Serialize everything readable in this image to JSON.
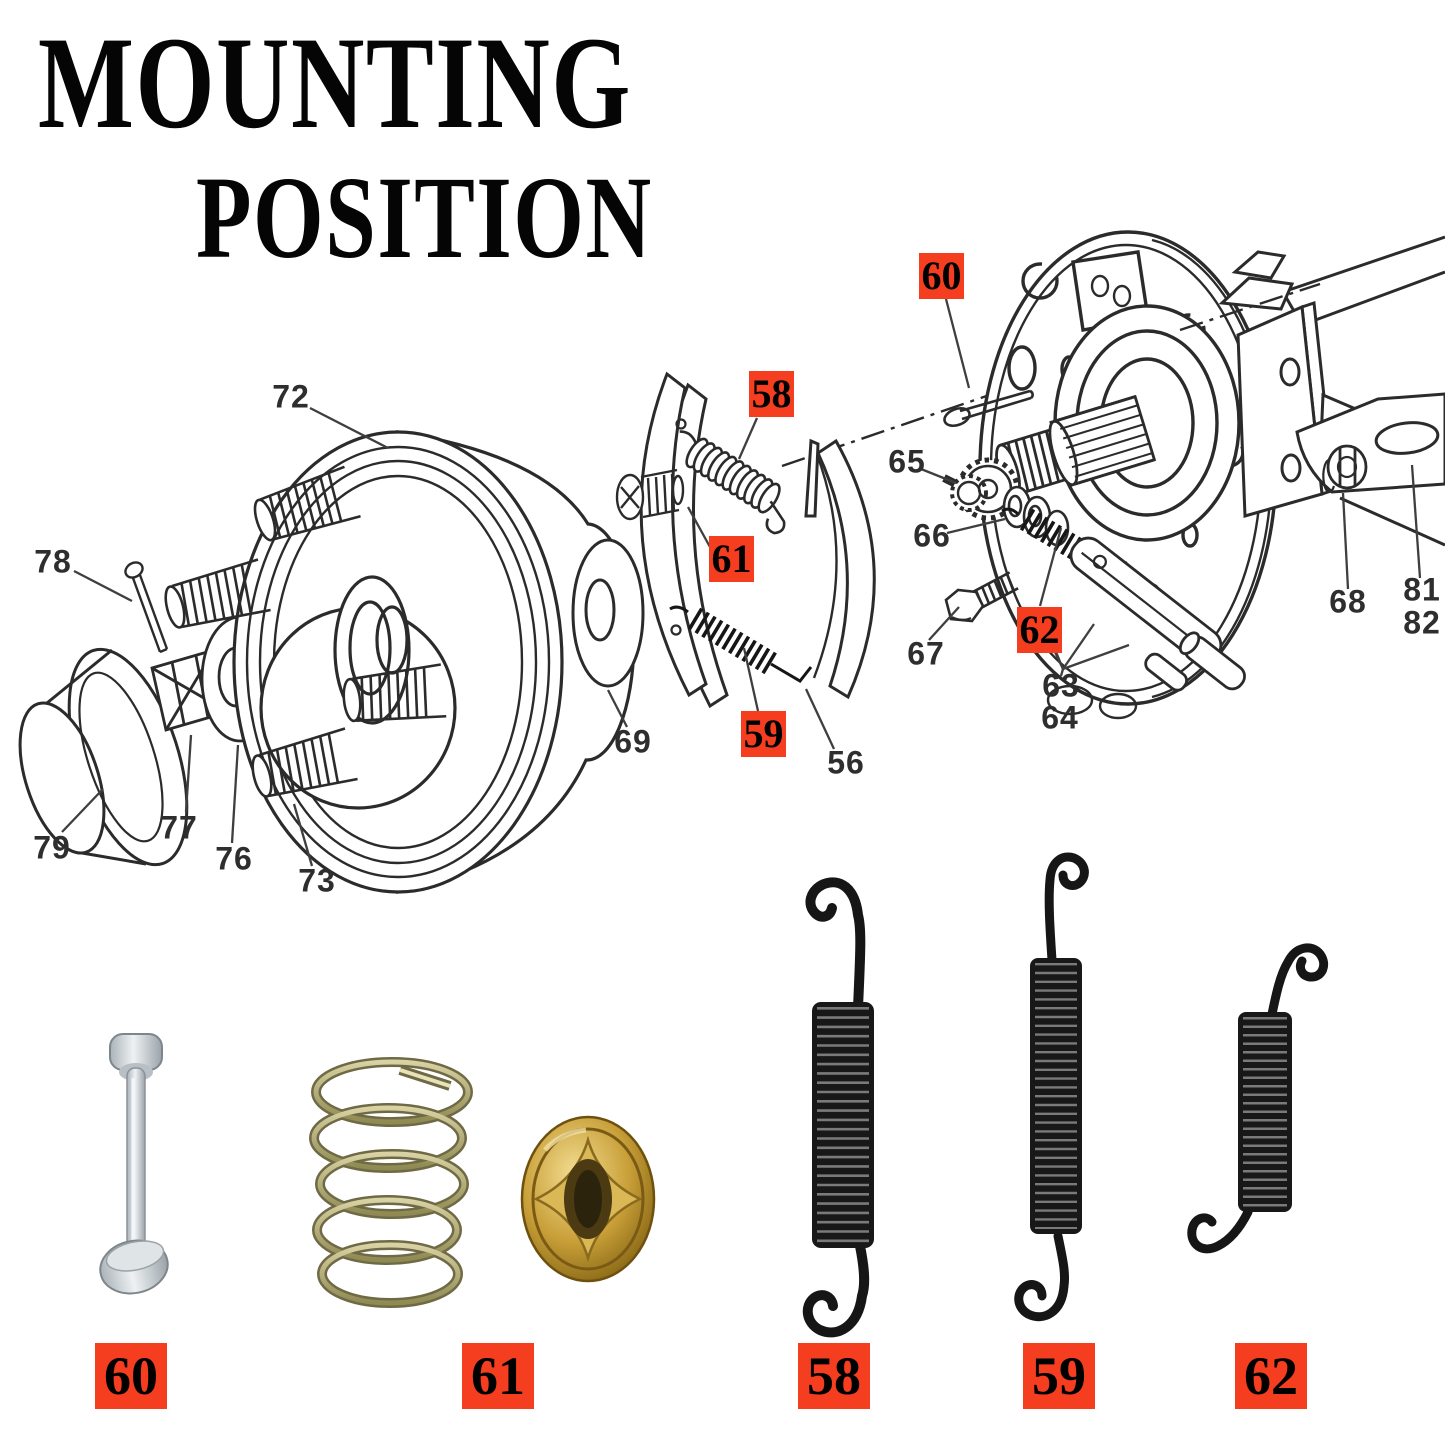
{
  "title": {
    "line1": "MOUNTING",
    "line2": "POSITION"
  },
  "colors": {
    "highlight_red": "#f53d20",
    "line_ink": "#2b2b2b"
  },
  "exploded_view": {
    "part_numbers": [
      "72",
      "78",
      "69",
      "79",
      "77",
      "76",
      "73",
      "65",
      "66",
      "67",
      "56",
      "63",
      "64",
      "68",
      "81",
      "82"
    ],
    "highlighted_callouts": [
      "60",
      "58",
      "61",
      "59",
      "62"
    ]
  },
  "parts_legend": {
    "labels": [
      "60",
      "61",
      "58",
      "59",
      "62"
    ]
  }
}
